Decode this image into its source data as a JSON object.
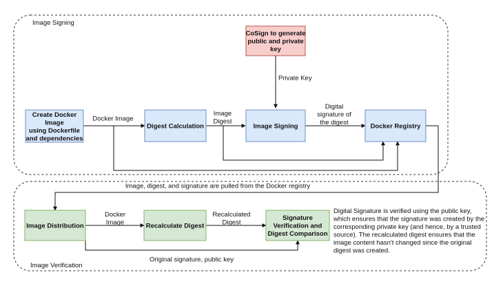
{
  "colors": {
    "blue_fill": "#dae8fc",
    "blue_stroke": "#6c8ebf",
    "red_fill": "#f8cecc",
    "red_stroke": "#b85450",
    "green_fill": "#d5e8d4",
    "green_stroke": "#82b366",
    "line": "#111111"
  },
  "groups": {
    "signing": {
      "title": "Image Signing"
    },
    "verification": {
      "title": "Image Verification"
    }
  },
  "nodes": {
    "cosign": {
      "lines": [
        "CoSign to generate",
        "public and private",
        "key"
      ],
      "color": "red"
    },
    "create": {
      "lines": [
        "Create Docker",
        "Image",
        "using Dockerfile",
        "and dependencies"
      ],
      "color": "blue"
    },
    "digest": {
      "lines": [
        "Digest Calculation"
      ],
      "color": "blue"
    },
    "signing": {
      "lines": [
        "Image Signing"
      ],
      "color": "blue"
    },
    "registry": {
      "lines": [
        "Docker Registry"
      ],
      "color": "blue"
    },
    "distribution": {
      "lines": [
        "Image Distribution"
      ],
      "color": "green"
    },
    "recalc": {
      "lines": [
        "Recalculate Digest"
      ],
      "color": "green"
    },
    "verify": {
      "lines": [
        "Signature",
        "Verification and",
        "Digest Comparison"
      ],
      "color": "green"
    }
  },
  "edge_labels": {
    "private_key": [
      "Private Key"
    ],
    "docker_image": [
      "Docker Image"
    ],
    "image_digest": [
      "Image",
      "Digest"
    ],
    "digital_sig": [
      "Digital",
      "signature of",
      "the digest"
    ],
    "pulled": [
      "Image, digest, and signature are pulled from the Docker registry"
    ],
    "docker_image2": [
      "Docker",
      "Image"
    ],
    "recalc_digest": [
      "Recalculated",
      "Digest"
    ],
    "orig_sig": [
      "Original signature, public key"
    ]
  },
  "note": {
    "lines": [
      "Digital Signature is verified using the public key,",
      "which ensures that the signature was created by the",
      "corresponding private key (and hence, by a trusted",
      "source). The recalculated digest ensures that the",
      "image content hasn't changed since the original",
      "digest was created."
    ]
  }
}
